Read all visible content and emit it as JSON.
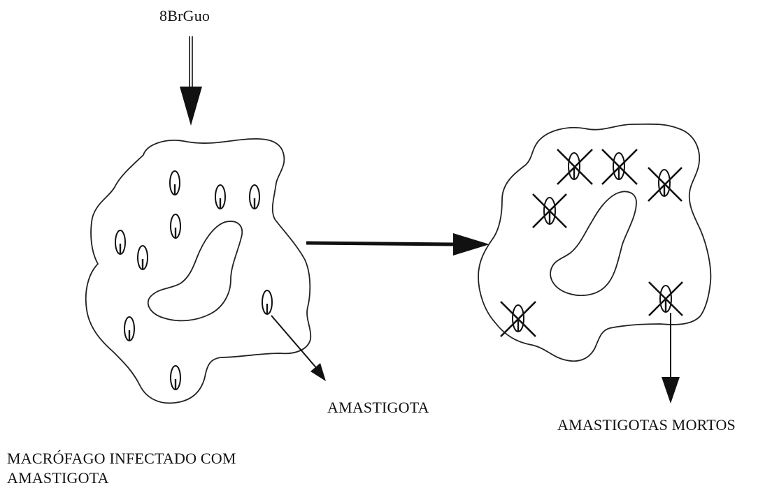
{
  "diagram": {
    "drug_label": "8BrGuo",
    "amastigote_label": "AMASTIGOTA",
    "dead_label": "AMASTIGOTAS MORTOS",
    "caption_line1": "MACRÓFAGO INFECTADO COM",
    "caption_line2": "AMASTIGOTA"
  }
}
